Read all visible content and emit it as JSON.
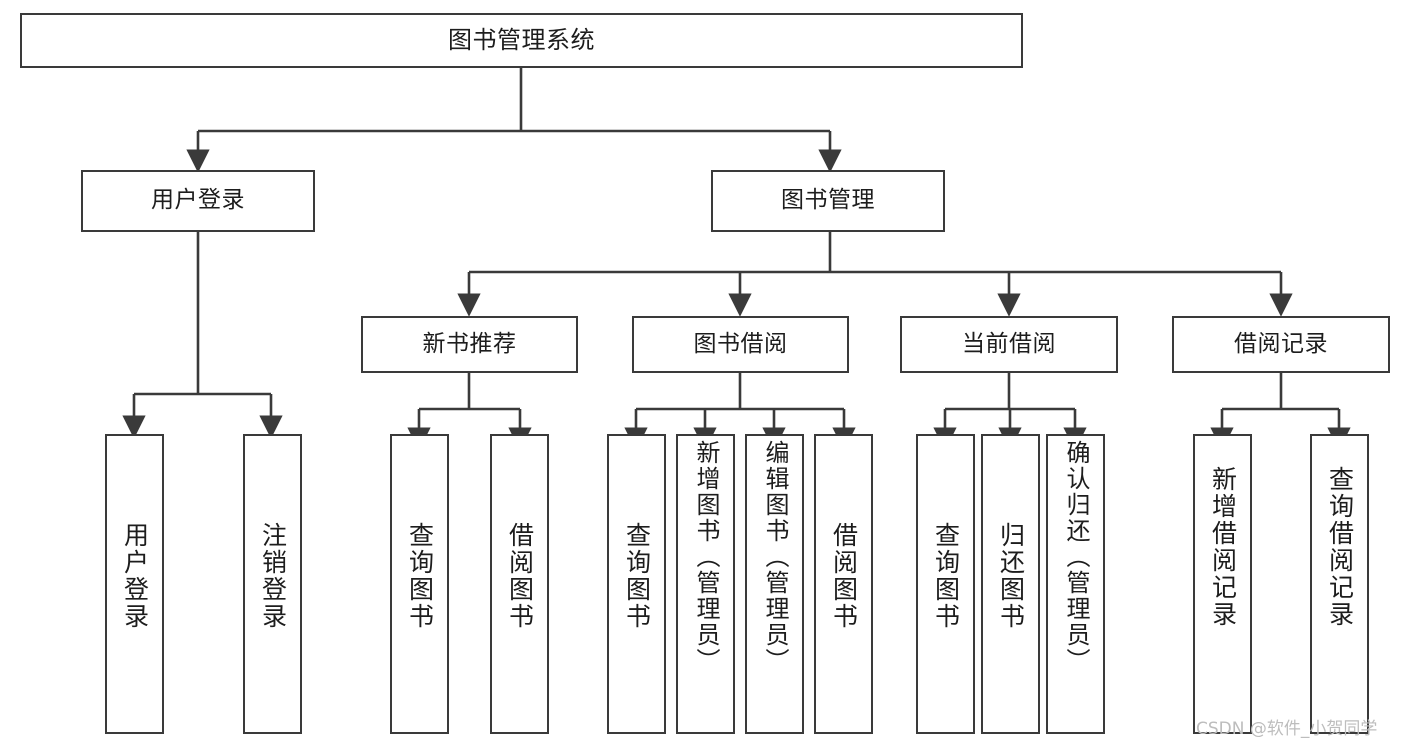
{
  "diagram": {
    "type": "tree",
    "title": "图书管理系统",
    "root": {
      "id": "root",
      "label": "图书管理系统"
    },
    "level2": [
      {
        "id": "user-login",
        "label": "用户登录"
      },
      {
        "id": "book-management",
        "label": "图书管理"
      }
    ],
    "level3": [
      {
        "id": "new-book-recommend",
        "label": "新书推荐",
        "parent": "book-management"
      },
      {
        "id": "book-borrow",
        "label": "图书借阅",
        "parent": "book-management"
      },
      {
        "id": "current-borrow",
        "label": "当前借阅",
        "parent": "book-management"
      },
      {
        "id": "borrow-record",
        "label": "借阅记录",
        "parent": "book-management"
      }
    ],
    "leaves": [
      {
        "id": "leaf-user-login",
        "label": "用户登录",
        "parent": "user-login"
      },
      {
        "id": "leaf-user-logout",
        "label": "注销登录",
        "parent": "user-login"
      },
      {
        "id": "leaf-query-book-1",
        "label": "查询图书",
        "parent": "new-book-recommend"
      },
      {
        "id": "leaf-borrow-book-1",
        "label": "借阅图书",
        "parent": "new-book-recommend"
      },
      {
        "id": "leaf-query-book-2",
        "label": "查询图书",
        "parent": "book-borrow"
      },
      {
        "id": "leaf-add-book",
        "label": "新增图书（管理员）",
        "parent": "book-borrow"
      },
      {
        "id": "leaf-edit-book",
        "label": "编辑图书（管理员）",
        "parent": "book-borrow"
      },
      {
        "id": "leaf-borrow-book-2",
        "label": "借阅图书",
        "parent": "book-borrow"
      },
      {
        "id": "leaf-query-book-3",
        "label": "查询图书",
        "parent": "current-borrow"
      },
      {
        "id": "leaf-return-book",
        "label": "归还图书",
        "parent": "current-borrow"
      },
      {
        "id": "leaf-confirm-return",
        "label": "确认归还（管理员）",
        "parent": "current-borrow"
      },
      {
        "id": "leaf-add-record",
        "label": "新增借阅记录",
        "parent": "borrow-record"
      },
      {
        "id": "leaf-query-record",
        "label": "查询借阅记录",
        "parent": "borrow-record"
      }
    ],
    "colors": {
      "border": "#3a3a3a",
      "background": "#ffffff",
      "text": "#1d1d1d",
      "edge": "#3a3a3a",
      "watermark": "#bdbdbd"
    }
  },
  "watermark": {
    "text": "CSDN @软件_小贺同学"
  }
}
